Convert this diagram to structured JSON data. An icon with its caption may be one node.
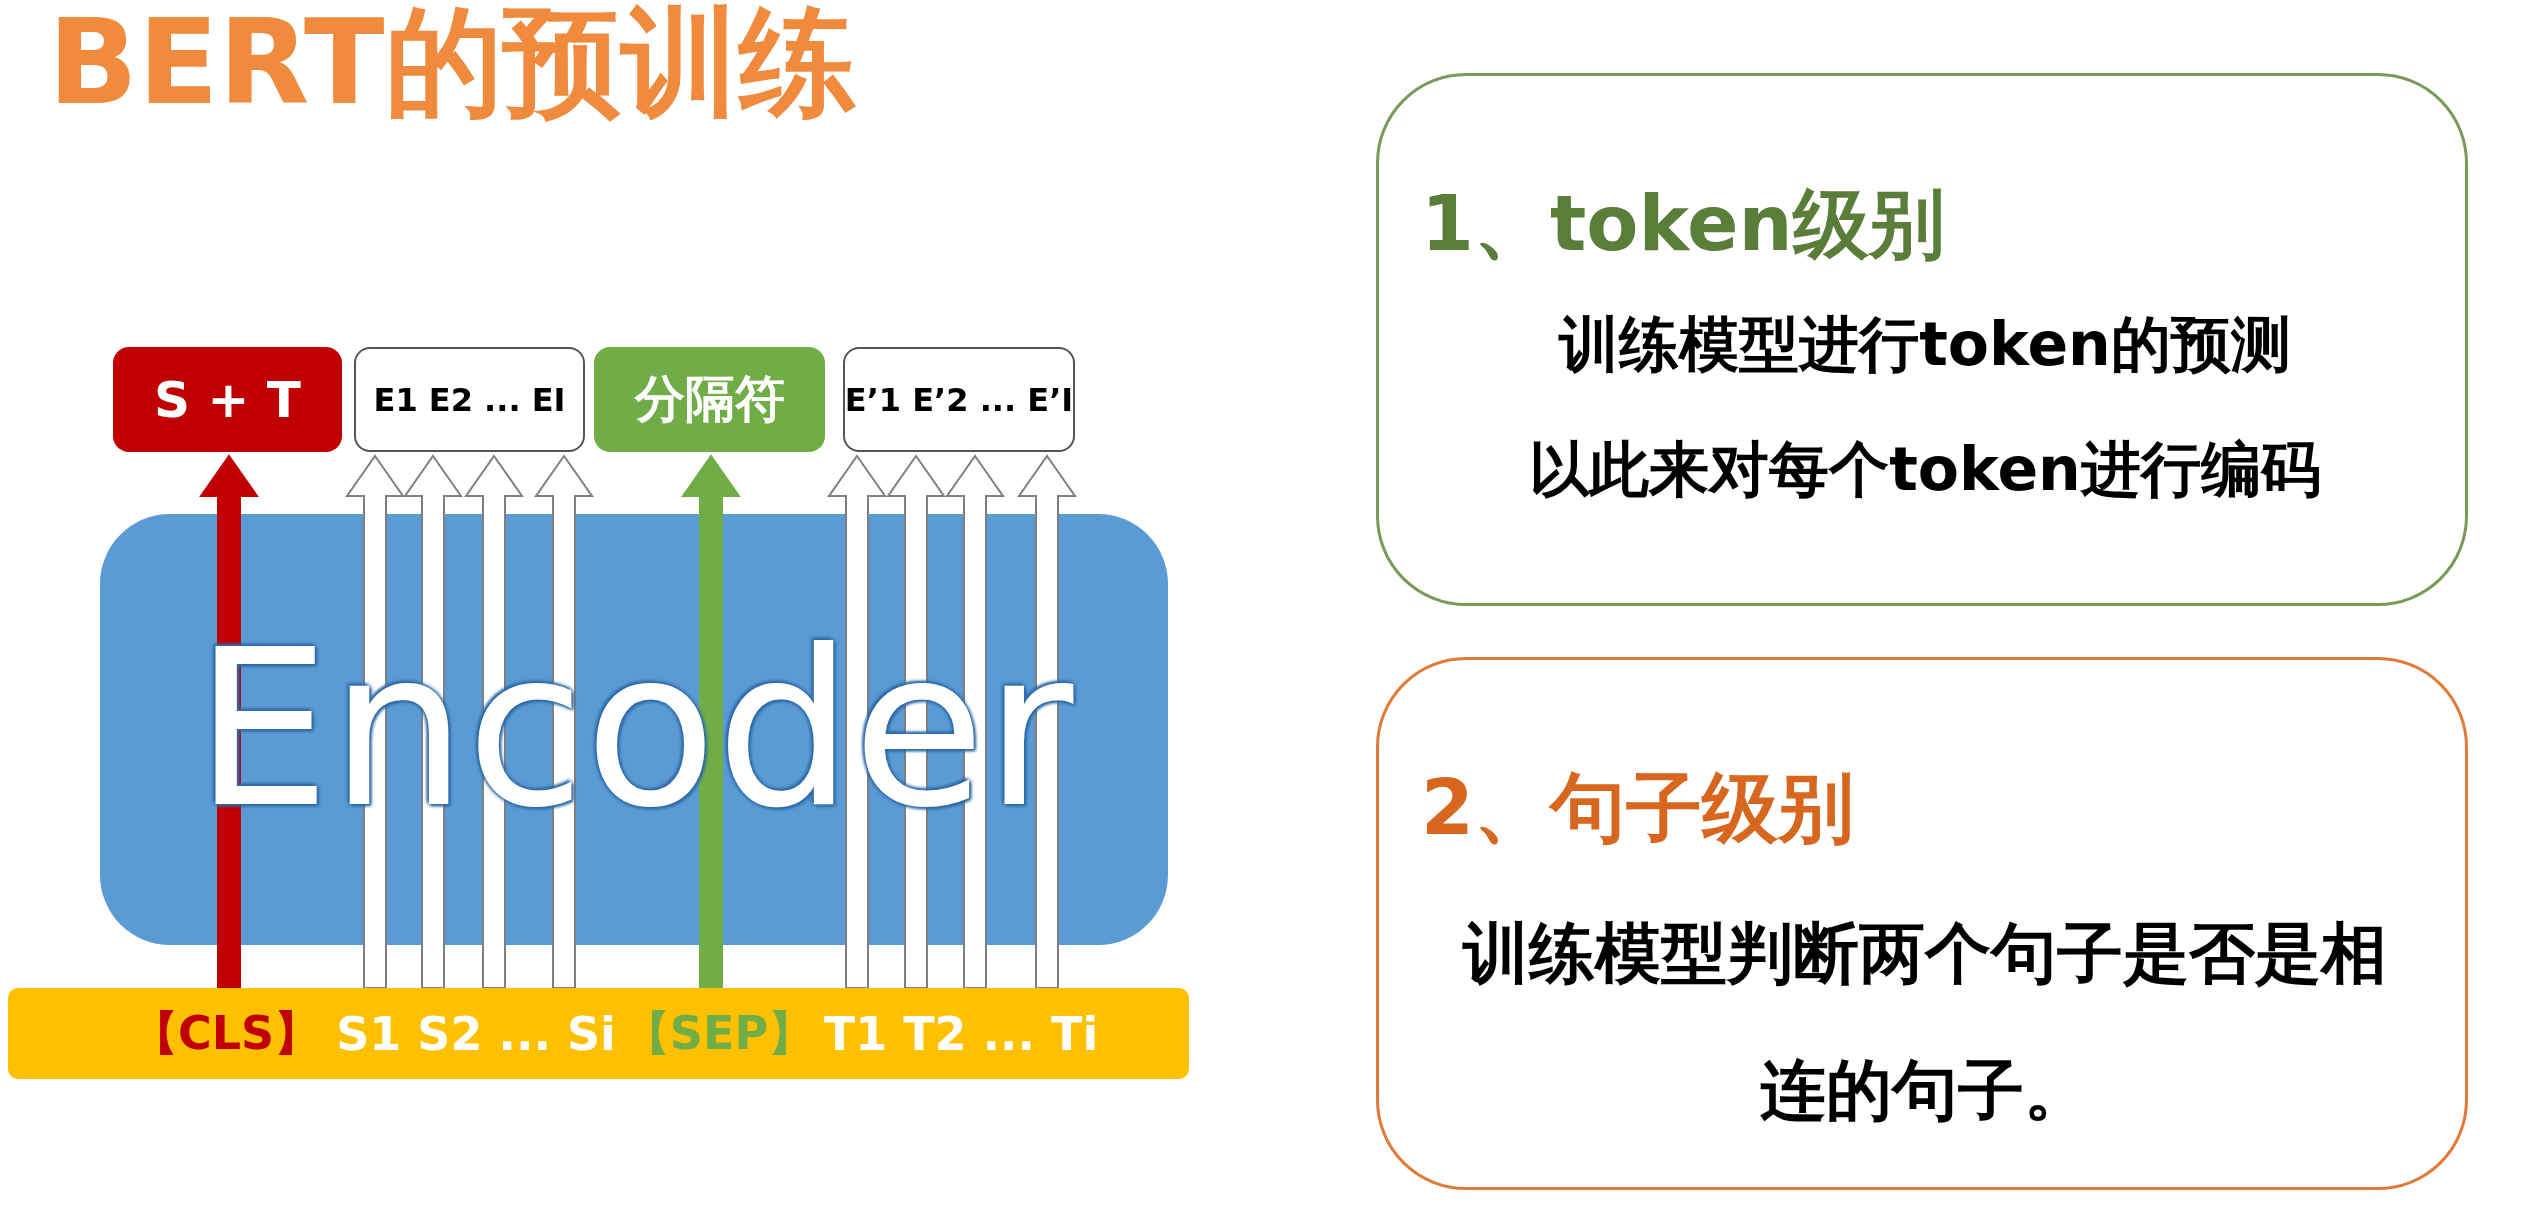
{
  "diagram": {
    "title": "BERT的预训练",
    "nodes": [
      {
        "text": [
          "Encoder"
        ]
      },
      {
        "text": [],
        "shape": "bar"
      },
      {
        "text": [
          "【CLS】"
        ],
        "in": 1
      },
      {
        "text": [
          "S1 S2 ... Si"
        ],
        "in": 1
      },
      {
        "text": [
          "【SEP】"
        ],
        "in": 1
      },
      {
        "text": [
          "T1 T2 ... Ti"
        ],
        "in": 1
      },
      {
        "text": [
          "S + T"
        ]
      },
      {
        "text": [
          "E1 E2 ... EI"
        ]
      },
      {
        "text": [
          "分隔符"
        ]
      },
      {
        "text": [
          "E’1 E’2 ... E’I"
        ]
      },
      {
        "text": [
          "1、token级别",
          "训练模型进行token的预测",
          "以此来对每个token进行编码"
        ]
      },
      {
        "text": [
          "2、句子级别",
          "训练模型判断两个句子是否是相连的句子。"
        ]
      }
    ],
    "edges": [
      {
        "from": 2,
        "to": 6,
        "arrow": "to",
        "color": "#c00000"
      },
      {
        "from": 3,
        "to": 7,
        "arrow": "to"
      },
      {
        "from": 3,
        "to": 7,
        "arrow": "to"
      },
      {
        "from": 3,
        "to": 7,
        "arrow": "to"
      },
      {
        "from": 3,
        "to": 7,
        "arrow": "to"
      },
      {
        "from": 4,
        "to": 8,
        "arrow": "to",
        "color": "#70ad47"
      },
      {
        "from": 5,
        "to": 9,
        "arrow": "to"
      },
      {
        "from": 5,
        "to": 9,
        "arrow": "to"
      },
      {
        "from": 5,
        "to": 9,
        "arrow": "to"
      },
      {
        "from": 5,
        "to": 9,
        "arrow": "to"
      }
    ]
  }
}
